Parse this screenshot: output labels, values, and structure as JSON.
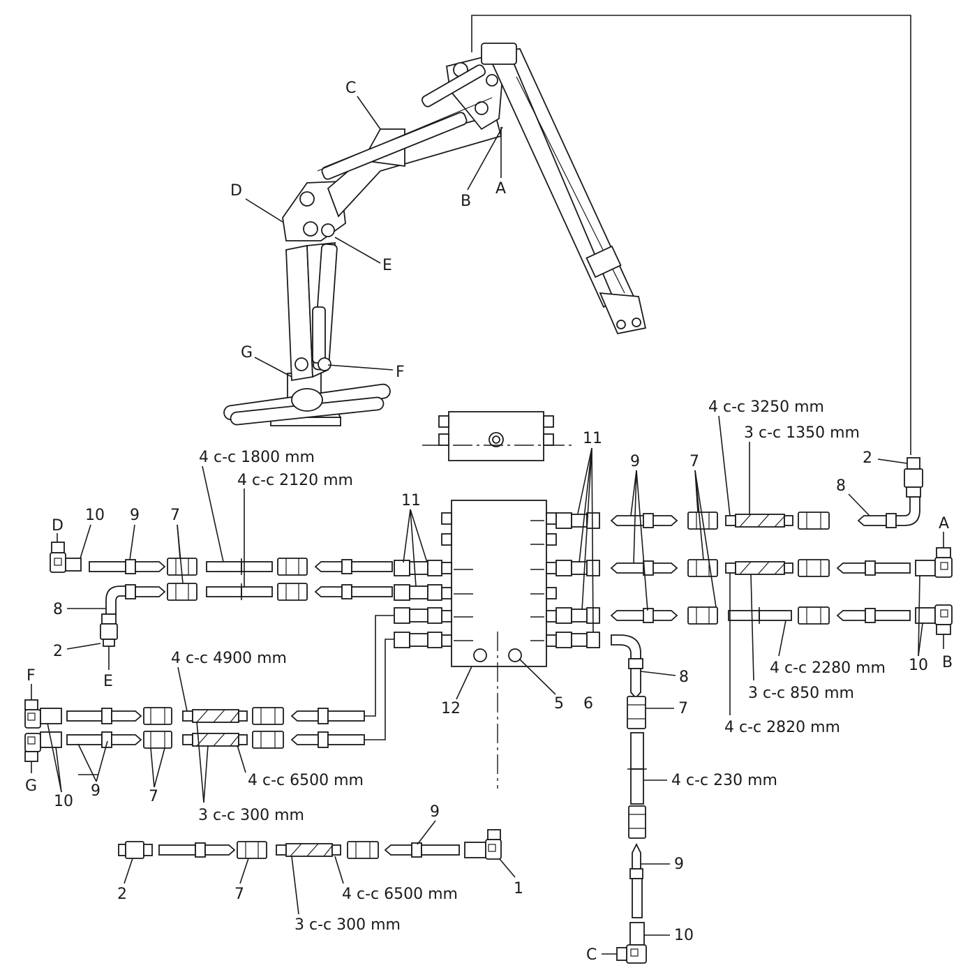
{
  "labels": {
    "crane_A": "A",
    "crane_B": "B",
    "crane_C": "C",
    "crane_D": "D",
    "crane_E": "E",
    "crane_F": "F",
    "crane_G": "G",
    "left_D": "D",
    "left_E": "E",
    "left_F": "F",
    "left_G": "G",
    "right_A": "A",
    "right_B": "B",
    "bottom_C": "C",
    "item_1": "1",
    "item_2": "2",
    "item_5": "5",
    "item_6": "6",
    "item_7": "7",
    "item_8": "8",
    "item_9": "9",
    "item_10": "10",
    "item_11": "11",
    "item_12": "12"
  },
  "hoses": {
    "h_1800": "4 c-c 1800 mm",
    "h_2120": "4 c-c 2120 mm",
    "h_4900": "4 c-c 4900 mm",
    "h_6500_left": "4 c-c 6500 mm",
    "h_300_left": "3 c-c 300 mm",
    "h_6500_bottom": "4 c-c 6500 mm",
    "h_300_bottom": "3 c-c 300 mm",
    "h_3250": "4 c-c 3250 mm",
    "h_1350": "3 c-c 1350 mm",
    "h_2280": "4 c-c 2280 mm",
    "h_850": "3 c-c 850 mm",
    "h_2820": "4 c-c 2820 mm",
    "h_230": "4 c-c 230 mm"
  }
}
